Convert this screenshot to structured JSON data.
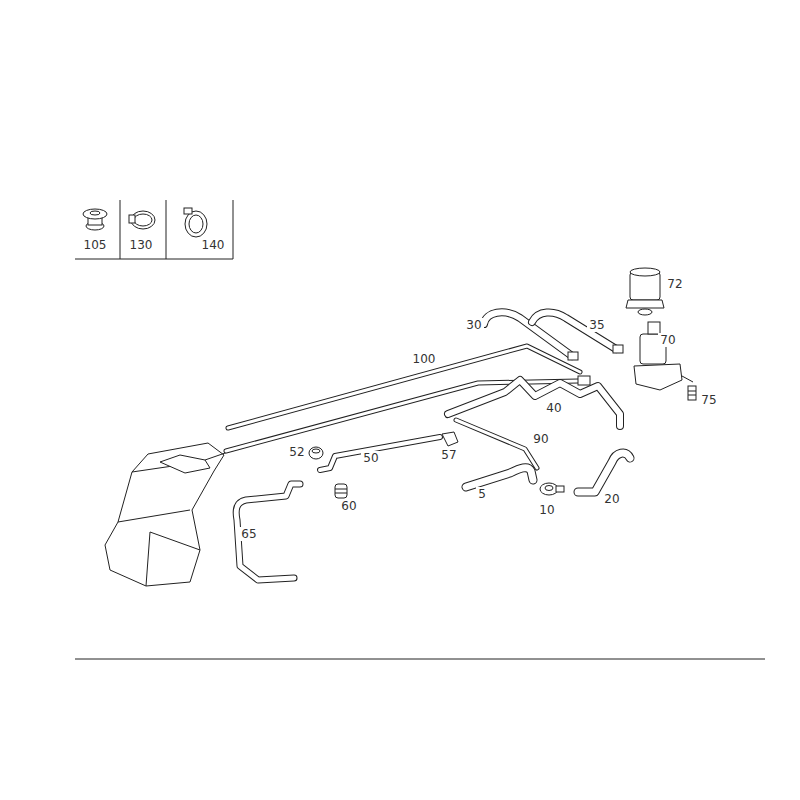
{
  "diagram": {
    "labels": [
      "105",
      "130",
      "140",
      "72",
      "30",
      "35",
      "70",
      "100",
      "75",
      "40",
      "90",
      "52",
      "57",
      "50",
      "5",
      "60",
      "10",
      "20",
      "65"
    ]
  }
}
